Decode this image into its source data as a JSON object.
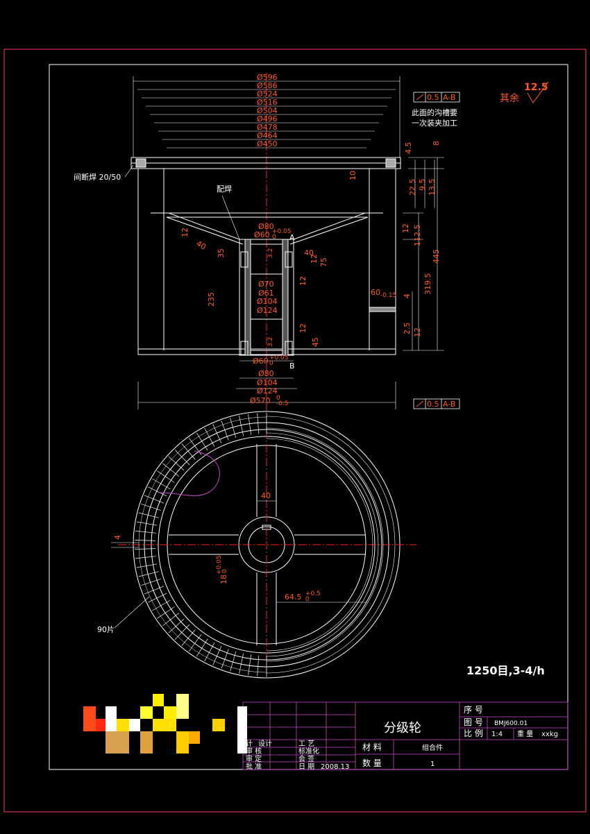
{
  "top_view": {
    "diameters": [
      "Ø596",
      "Ø586",
      "Ø524",
      "Ø516",
      "Ø504",
      "Ø496",
      "Ø478",
      "Ø464",
      "Ø450"
    ],
    "tolerance_box": "0.5",
    "datum_ref": "A-B",
    "note_line1": "此面的沟槽要",
    "note_line2": "一次装夹加工",
    "roughness_label": "其余",
    "roughness_value": "12.5",
    "weld_note": "间断焊 20/50",
    "fit_weld": "配焊",
    "right_dims": [
      "4.5",
      "8",
      "10",
      "22.5",
      "9.5",
      "13.5",
      "12",
      "112.5",
      "445",
      "319.5",
      "4",
      "2.5",
      "12"
    ],
    "hub_dims": [
      "Ø80",
      "Ø60",
      "Ø70",
      "Ø61",
      "Ø104",
      "Ø124",
      "Ø60",
      "Ø80",
      "Ø104",
      "Ø124",
      "Ø570"
    ],
    "tol_plus": "+0.05",
    "tol_zero": "0",
    "tol_570": "-0.5",
    "misc_dims": [
      "12",
      "40",
      "35",
      "3.2",
      "12",
      "75",
      "40",
      "12",
      "235",
      "12",
      "3.2",
      "45",
      "60",
      "-0.15"
    ],
    "label_a": "A",
    "label_b": "B"
  },
  "bottom_view": {
    "spoke_width": "40",
    "left_dim": "4",
    "key_dim": "18",
    "key_tol_plus": "+0.05",
    "key_tol_zero": "0",
    "key_depth": "64.5",
    "key_depth_tol_plus": "+0.5",
    "key_depth_tol_zero": "0",
    "blade_count": "90片",
    "mesh_note": "1250目,3-4/h"
  },
  "title_block": {
    "name": "分级轮",
    "seq_label": "序 号",
    "drawing_no_label": "图 号",
    "drawing_no": "BMJ600.01",
    "scale_label": "比 例",
    "scale": "1:4",
    "weight_label": "重 量",
    "weight": "xxkg",
    "material_label": "材  料",
    "material": "组合件",
    "qty_label": "数  量",
    "qty": "1",
    "design": "计",
    "design_cont": "设计",
    "process": "工 艺",
    "review": "审 核",
    "standard": "标准化",
    "check": "审 定",
    "sign": "会 签",
    "approve": "批 准",
    "date_label": "日 期",
    "date": "2008.13"
  },
  "colors": {
    "dim": "#ff5a28",
    "line": "#ffffff",
    "center": "#ff2020",
    "frame": "#ff3a6a",
    "tb_grid": "#cc44cc"
  }
}
